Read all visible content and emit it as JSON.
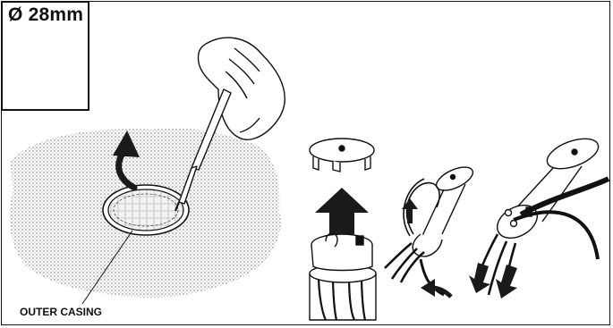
{
  "size_badge": {
    "label": "Ø 28mm",
    "icons": [
      "bulb-holder-icon",
      "bulb-holder-icon"
    ]
  },
  "labels": {
    "outer_casing": "OUTER CASING"
  },
  "colors": {
    "ink": "#111111",
    "arrow": "#1a1a1a",
    "texture": "#888888"
  },
  "steps": [
    {
      "name": "remove-lens",
      "icon": "screwdriver-hand-icon"
    },
    {
      "name": "pull-out-holder",
      "icon": "up-arrow-icon"
    },
    {
      "name": "route-cable",
      "icon": "cable-icon"
    },
    {
      "name": "pull-wires",
      "icon": "down-arrow-icon"
    }
  ]
}
